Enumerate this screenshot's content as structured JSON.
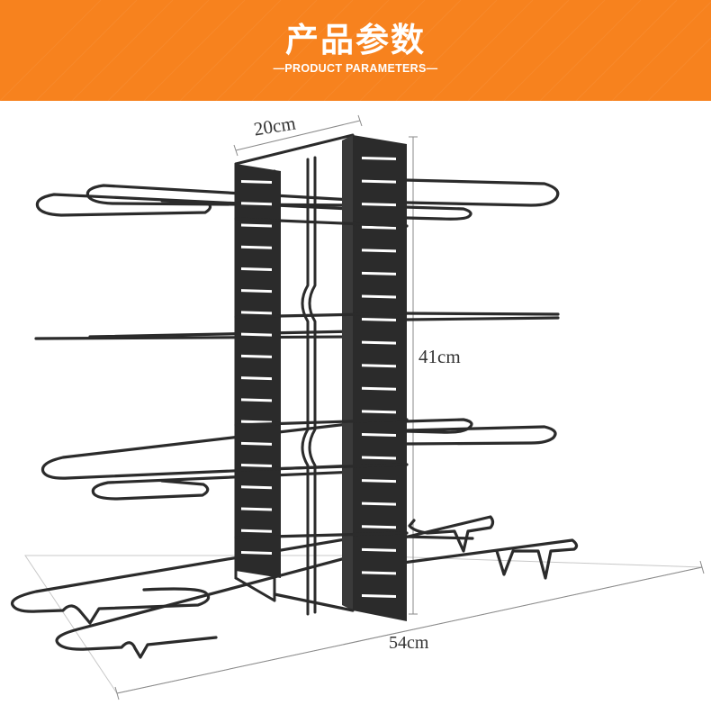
{
  "header": {
    "title": "产品参数",
    "subtitle": "—PRODUCT PARAMETERS—",
    "background_color": "#F7821E",
    "text_color": "#FFFFFF"
  },
  "product_image": {
    "subject": "adjustable pot and lid organizer rack",
    "rack_color": "#2B2B2B"
  },
  "dimensions": {
    "width": "20cm",
    "height": "41cm",
    "depth": "54cm"
  }
}
